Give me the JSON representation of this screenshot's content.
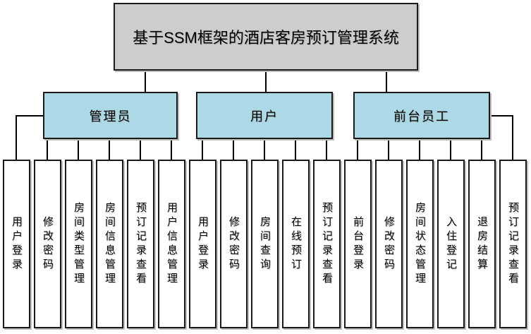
{
  "root": {
    "label": "基于SSM框架的酒店客房预订管理系统"
  },
  "branches": [
    {
      "label": "管理员",
      "children": [
        "用户登录",
        "修改密码",
        "房间类型管理",
        "房间信息管理",
        "预订记录查看",
        "用户信息管理"
      ]
    },
    {
      "label": "用户",
      "children": [
        "用户登录",
        "修改密码",
        "房间查询",
        "在线预订",
        "预订记录查看"
      ]
    },
    {
      "label": "前台员工",
      "children": [
        "前台登录",
        "修改密码",
        "房间状态管理",
        "入住登记",
        "退房结算",
        "预订记录查看"
      ]
    }
  ],
  "colors": {
    "root_fill": "#CDCDCD",
    "branch_fill": "#ADD9E6",
    "node_fill": "#FFFFFF",
    "border": "#1A1A1A",
    "line": "#000000"
  }
}
